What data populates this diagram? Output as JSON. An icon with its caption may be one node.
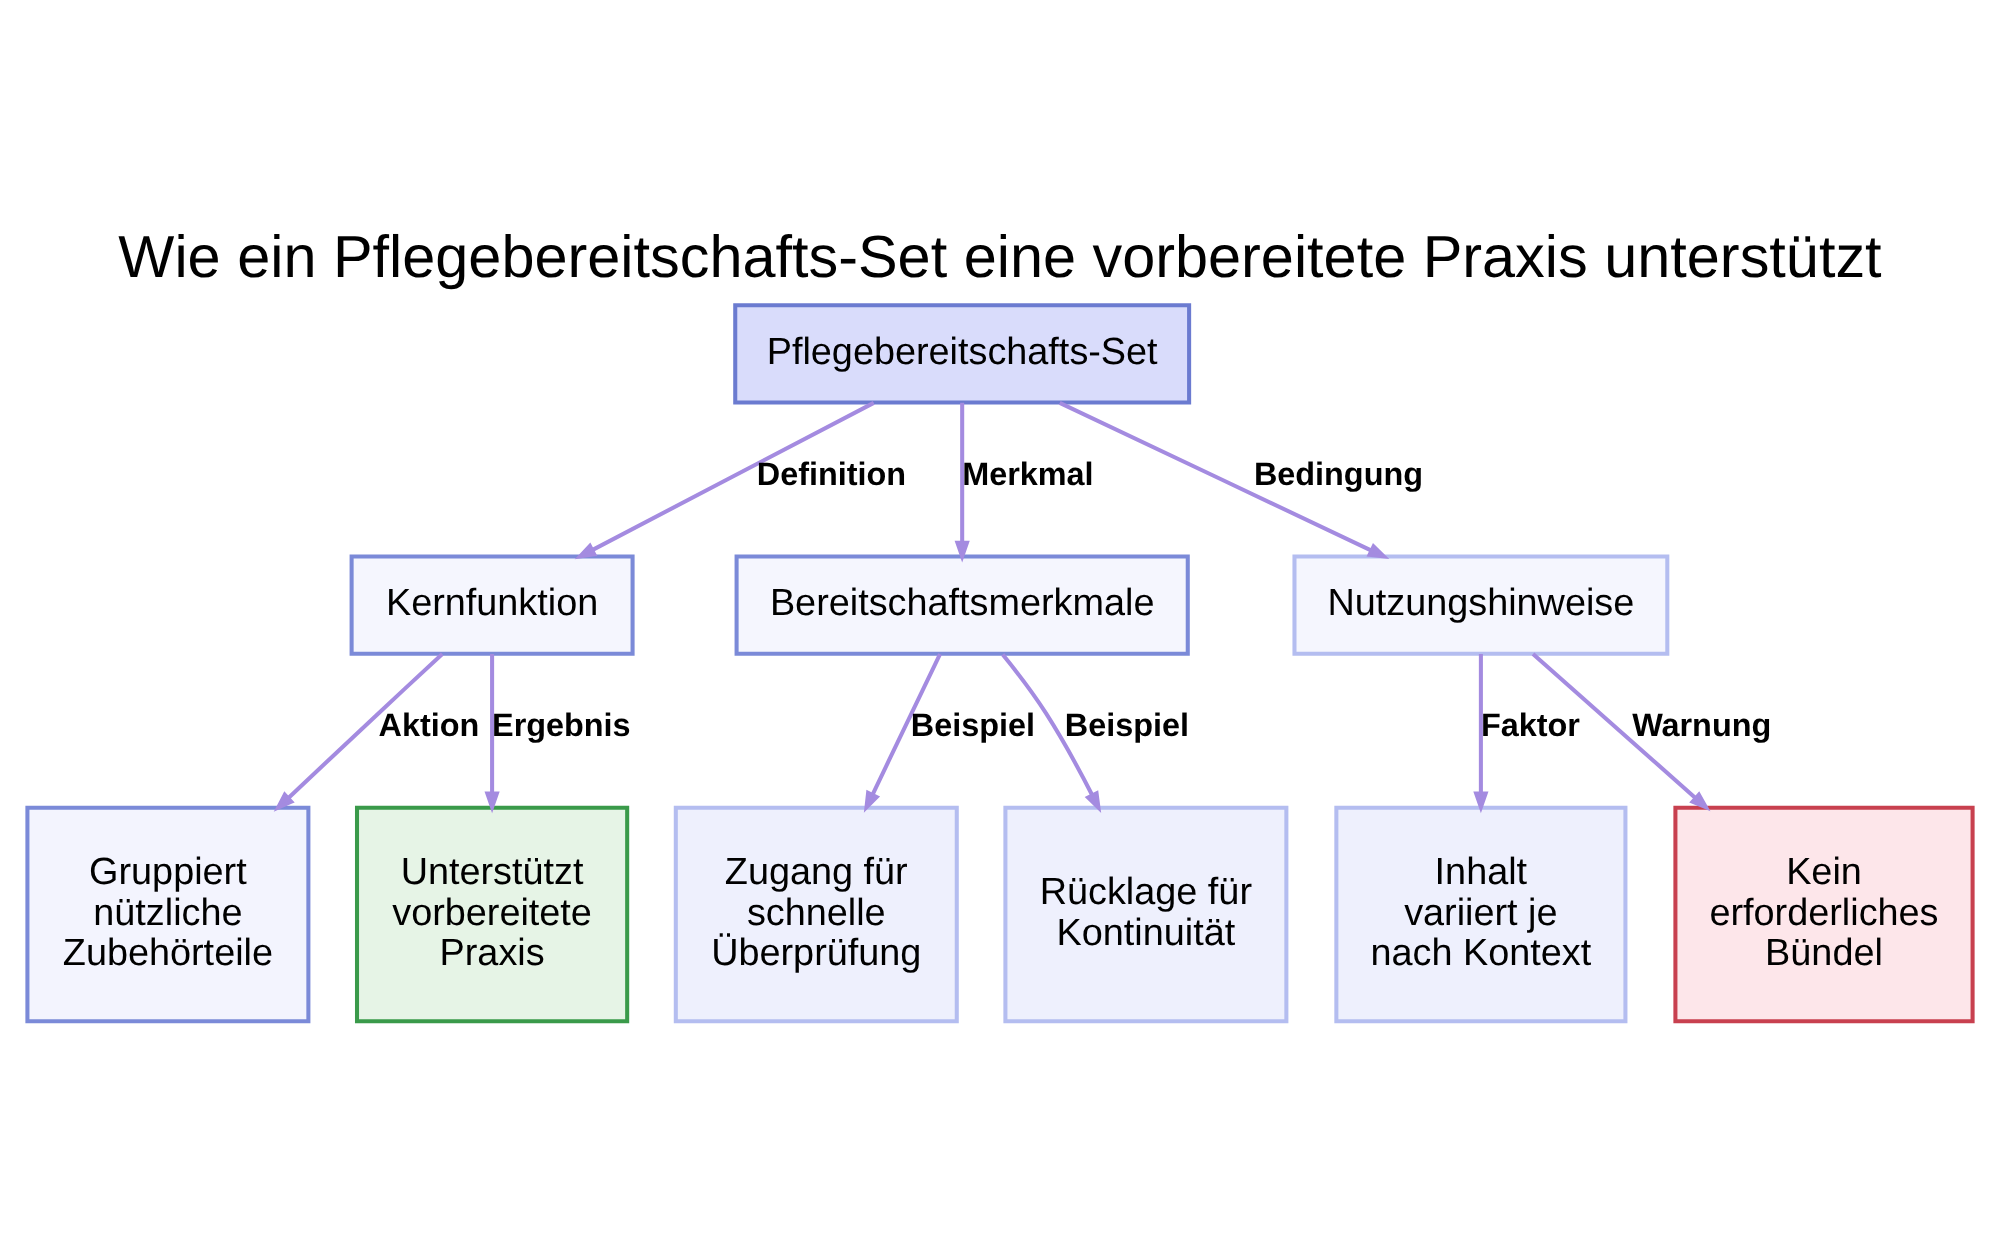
{
  "diagram": {
    "title": "Wie ein Pflegebereitschafts-Set eine vorbereitete Praxis unterstützt",
    "nodes": [
      {
        "text": [
          "Pflegebereitschafts-Set"
        ]
      },
      {
        "text": [
          "Kernfunktion"
        ]
      },
      {
        "text": [
          "Bereitschaftsmerkmale"
        ]
      },
      {
        "text": [
          "Nutzungshinweise"
        ]
      },
      {
        "text": [
          "Gruppiert nützliche Zubehörteile"
        ]
      },
      {
        "text": [
          "Unterstützt vorbereitete Praxis"
        ]
      },
      {
        "text": [
          "Zugang für schnelle Überprüfung"
        ]
      },
      {
        "text": [
          "Rücklage für Kontinuität"
        ]
      },
      {
        "text": [
          "Inhalt variiert je nach Kontext"
        ]
      },
      {
        "text": [
          "Kein erforderliches Bündel"
        ]
      }
    ],
    "edges": [
      {
        "from": 0,
        "to": 1,
        "arrow": "to",
        "label": "Definition"
      },
      {
        "from": 0,
        "to": 2,
        "arrow": "to",
        "label": "Merkmal"
      },
      {
        "from": 0,
        "to": 3,
        "arrow": "to",
        "label": "Bedingung"
      },
      {
        "from": 1,
        "to": 4,
        "arrow": "to",
        "label": "Aktion"
      },
      {
        "from": 1,
        "to": 5,
        "arrow": "to",
        "label": "Ergebnis"
      },
      {
        "from": 2,
        "to": 6,
        "arrow": "to",
        "label": "Beispiel"
      },
      {
        "from": 2,
        "to": 7,
        "arrow": "to",
        "label": "Beispiel"
      },
      {
        "from": 3,
        "to": 8,
        "arrow": "to",
        "label": "Faktor"
      },
      {
        "from": 3,
        "to": 9,
        "arrow": "to",
        "label": "Warnung"
      }
    ]
  }
}
